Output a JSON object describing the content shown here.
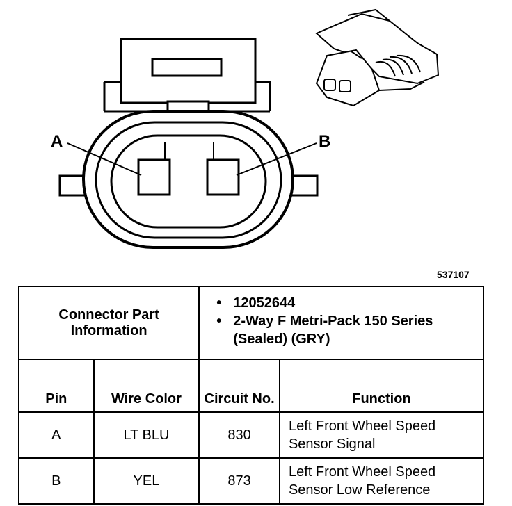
{
  "diagram": {
    "pin_a_label": "A",
    "pin_b_label": "B",
    "figure_id": "537107"
  },
  "table": {
    "info_header": "Connector Part Information",
    "info_items": [
      "12052644",
      "2-Way F Metri-Pack 150 Series (Sealed) (GRY)"
    ],
    "columns": {
      "pin": "Pin",
      "wire_color": "Wire Color",
      "circuit_no": "Circuit No.",
      "function": "Function"
    },
    "rows": [
      {
        "pin": "A",
        "wire_color": "LT BLU",
        "circuit_no": "830",
        "function": "Left Front Wheel Speed Sensor Signal"
      },
      {
        "pin": "B",
        "wire_color": "YEL",
        "circuit_no": "873",
        "function": "Left Front Wheel Speed Sensor Low Reference"
      }
    ]
  }
}
